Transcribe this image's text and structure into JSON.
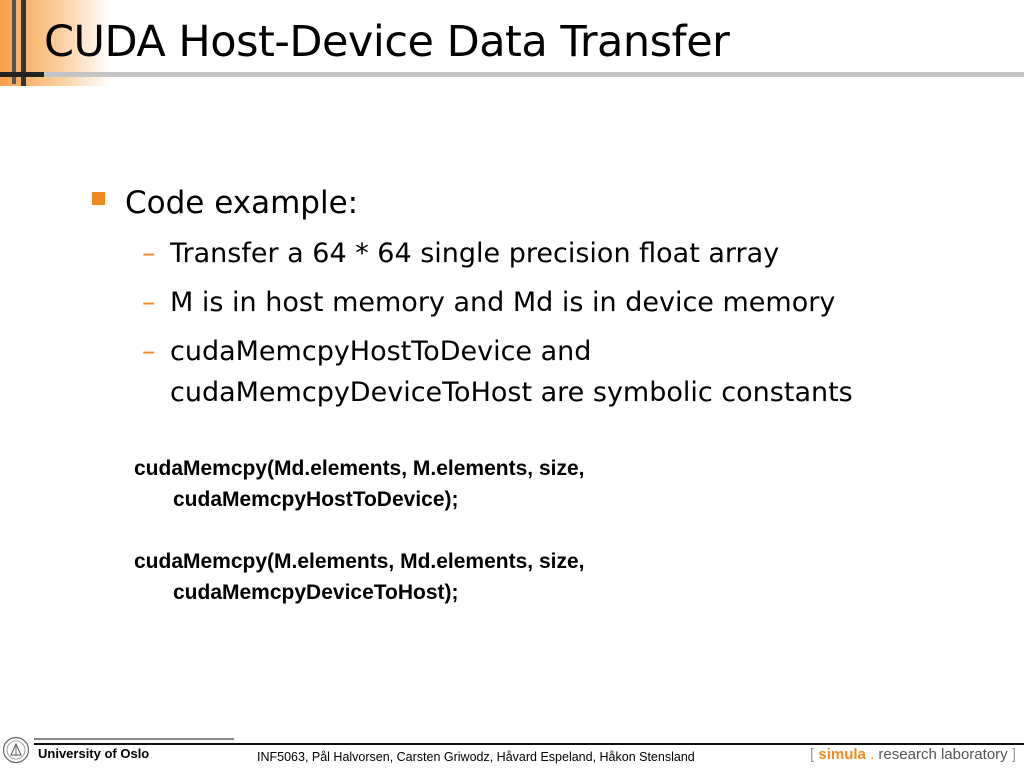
{
  "slide": {
    "title": "CUDA Host-Device Data Transfer",
    "bullet_1": "Code example:",
    "sub_bullets": [
      {
        "dash": "–",
        "line1": "Transfer a  64 * 64 single precision float array",
        "line2": ""
      },
      {
        "dash": "–",
        "line1": "M is in host memory and Md is in device memory",
        "line2": ""
      },
      {
        "dash": "–",
        "line1": "cudaMemcpyHostToDevice and",
        "line2": "cudaMemcpyDeviceToHost are symbolic constants"
      }
    ],
    "code": [
      {
        "line1": "cudaMemcpy(Md.elements, M.elements, size,",
        "line2": "cudaMemcpyHostToDevice);"
      },
      {
        "line1": "cudaMemcpy(M.elements, Md.elements, size,",
        "line2": "cudaMemcpyDeviceToHost);"
      }
    ]
  },
  "footer": {
    "university": "University of Oslo",
    "credits": "INF5063, Pål Halvorsen, Carsten Griwodz, Håvard Espeland, Håkon Stensland",
    "simula_open": "[",
    "simula_brand": "simula",
    "simula_dot": ".",
    "simula_rest": "research laboratory",
    "simula_close": "]"
  },
  "colors": {
    "accent": "#f18a1f",
    "title_rule": "#c4c4c4"
  },
  "icons": {
    "university_logo": "university-seal-icon"
  }
}
